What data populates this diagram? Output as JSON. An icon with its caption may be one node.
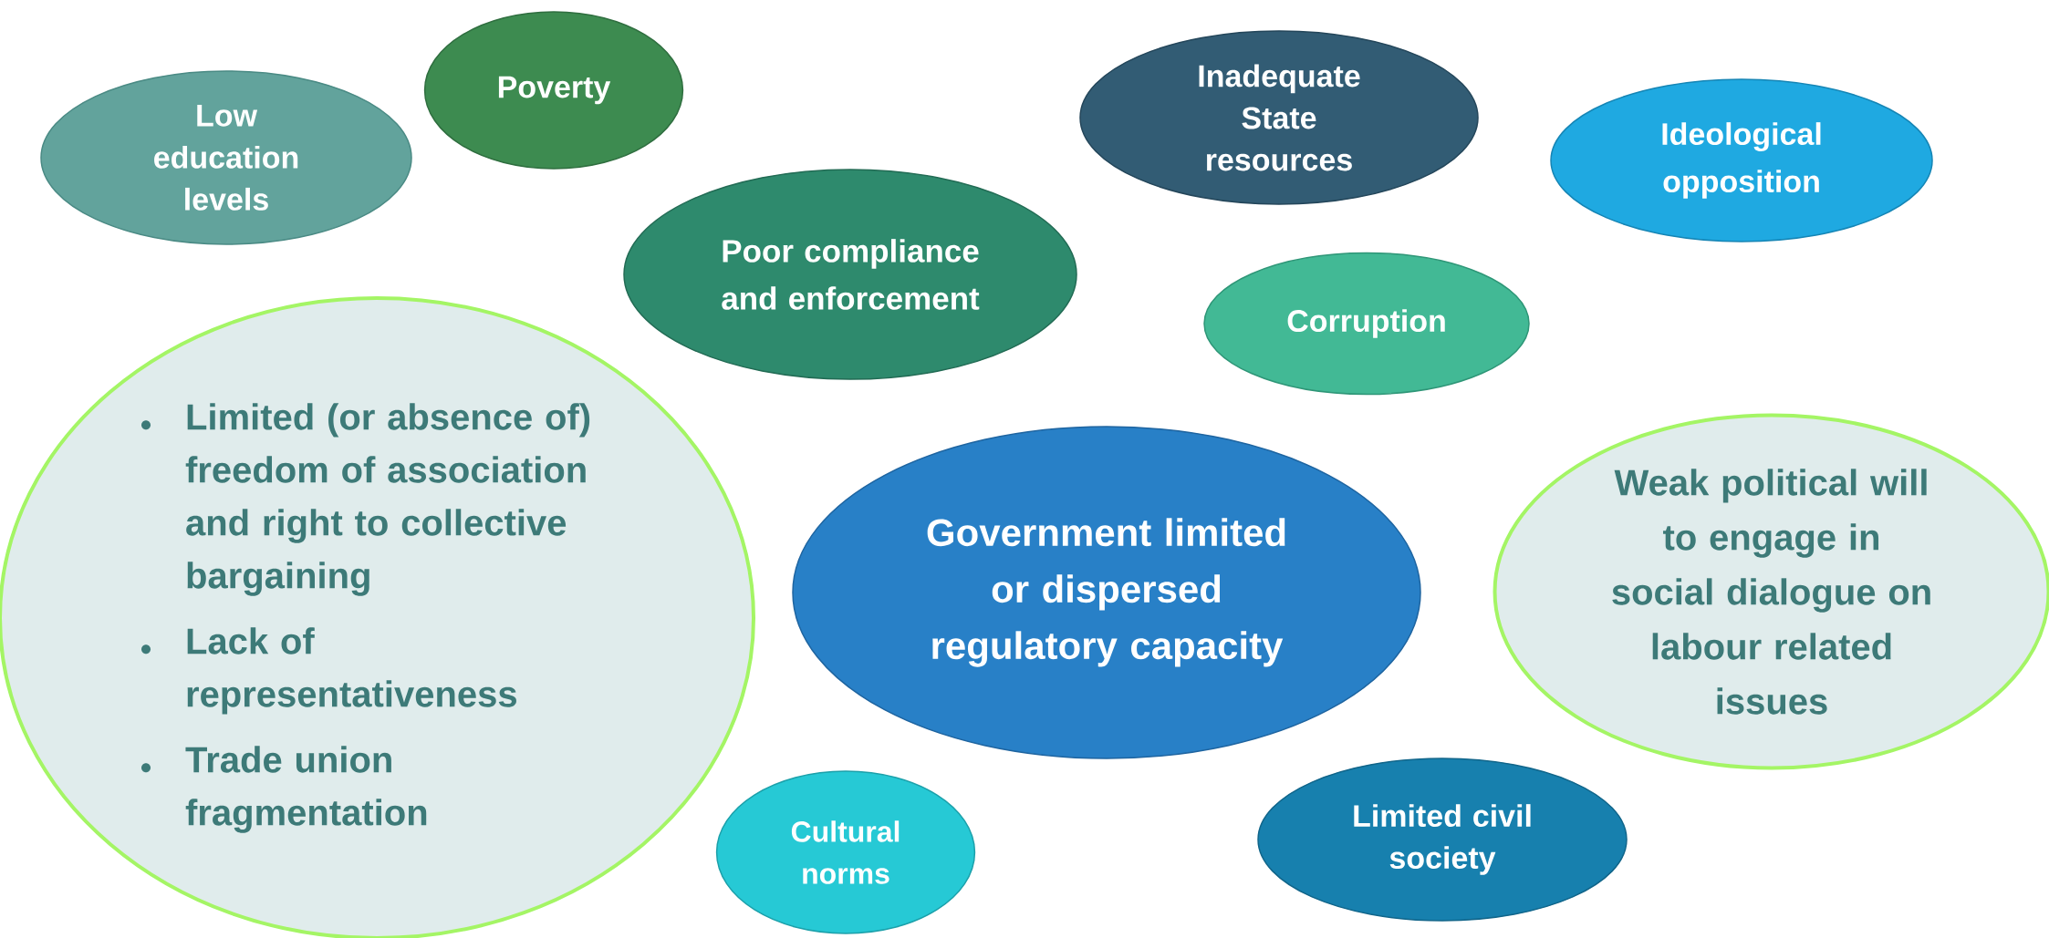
{
  "diagram": {
    "nodes": [
      {
        "text": [
          "Low education levels"
        ]
      },
      {
        "text": [
          "Poverty"
        ]
      },
      {
        "text": [
          "Inadequate State resources"
        ]
      },
      {
        "text": [
          "Ideological opposition"
        ]
      },
      {
        "text": [
          "Poor compliance and enforcement"
        ]
      },
      {
        "text": [
          "Corruption"
        ]
      },
      {
        "text": [
          "Limited (or absence of) freedom of association and right to collective bargaining",
          "Lack of representativeness",
          "Trade union fragmentation"
        ]
      },
      {
        "text": [
          "Government limited or dispersed regulatory capacity"
        ]
      },
      {
        "text": [
          "Weak political will to engage in social dialogue on labour related issues"
        ]
      },
      {
        "text": [
          "Cultural norms"
        ]
      },
      {
        "text": [
          "Limited civil society"
        ]
      }
    ]
  }
}
